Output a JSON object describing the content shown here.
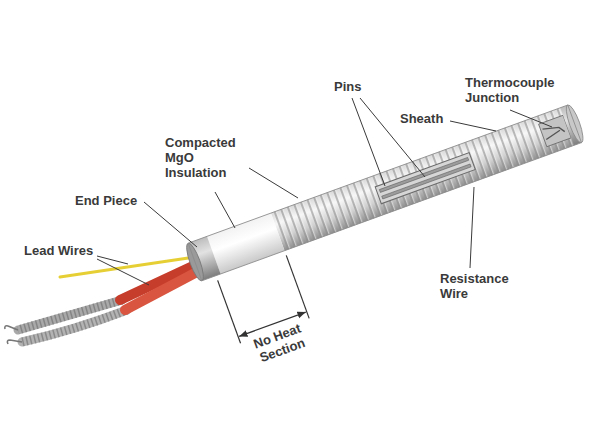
{
  "diagram": {
    "labels": [
      "Thermocouple Junction",
      "Sheath",
      "Pins",
      "Compacted MgO Insulation",
      "End Piece",
      "Lead Wires",
      "Resistance Wire",
      "No Heat Section"
    ]
  }
}
